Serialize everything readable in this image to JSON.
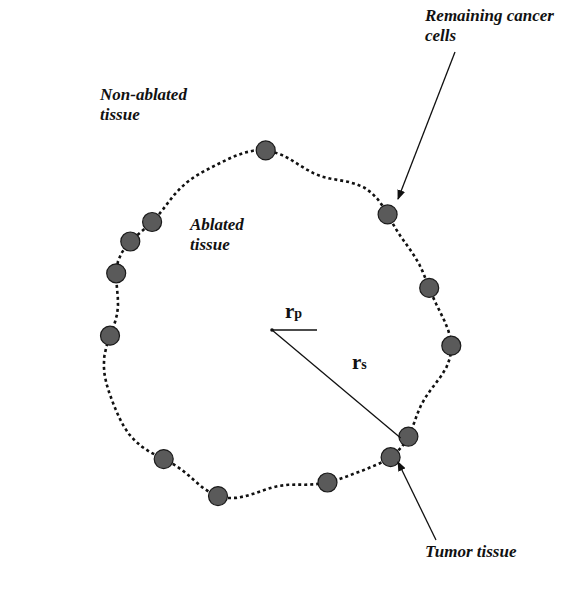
{
  "diagram": {
    "nodes": [
      {
        "text": [
          "Non-ablated tissue"
        ]
      },
      {
        "text": [
          "Ablated tissue"
        ],
        "in": 0
      },
      {
        "text": [
          "rp"
        ],
        "in": 1
      }
    ],
    "labels": [
      "Remaining cancer cells",
      "rs",
      "Tumor tissue"
    ]
  }
}
